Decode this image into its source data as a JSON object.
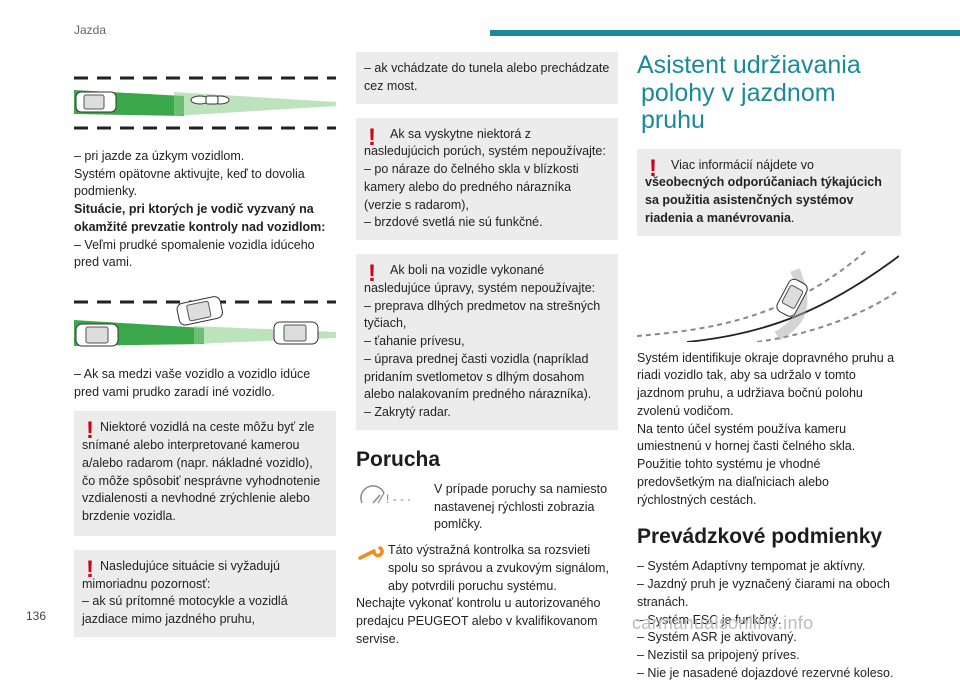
{
  "header": {
    "title": "Jazda",
    "accent": "#1a8a9a"
  },
  "page_number": "136",
  "watermark": "carmanualsonline.info",
  "col1": {
    "after_img1": "– pri jazde za úzkym vozidlom.",
    "p2": "Systém opätovne aktivujte, keď to dovolia podmienky.",
    "p3_bold": "Situácie, pri ktorých je vodič vyzvaný na okamžité prevzatie kontroly nad vozidlom:",
    "p4": "– Veľmi prudké spomalenie vozidla idúceho pred vami.",
    "after_img2": "– Ak sa medzi vaše vozidlo a vozidlo idúce pred vami prudko zaradí iné vozidlo.",
    "warn1": "Niektoré vozidlá na ceste môžu byť zle snímané alebo interpretované kamerou a/alebo radarom (napr. nákladné vozidlo), čo môže spôsobiť nesprávne vyhodnotenie vzdialenosti a nevhodné zrýchlenie alebo brzdenie vozidla.",
    "warn2_line1": "Nasledujúce situácie si vyžadujú mimoriadnu pozornosť:",
    "warn2_line2": "– ak sú prítomné motocykle a vozidlá jazdiace mimo jazdného pruhu,"
  },
  "col2": {
    "top_box": "– ak vchádzate do tunela alebo prechádzate cez most.",
    "warn3_line1": "Ak sa vyskytne niektorá z nasledujúcich porúch, systém nepoužívajte:",
    "warn3_line2": "– po náraze do čelného skla v blízkosti kamery alebo do predného nárazníka (verzie s radarom),",
    "warn3_line3": "– brzdové svetlá nie sú funkčné.",
    "warn4_line1": "Ak boli na vozidle vykonané nasledujúce úpravy, systém nepoužívajte:",
    "warn4_line2": "– preprava dlhých predmetov na strešných tyčiach,",
    "warn4_line3": "– ťahanie prívesu,",
    "warn4_line4": "– úprava prednej časti vozidla (napríklad pridaním svetlometov s dlhým dosahom alebo nalakovaním predného nárazníka).",
    "warn4_line5": "– Zakrytý radar.",
    "heading": "Porucha",
    "symbol1_text": "V prípade poruchy sa namiesto nastavenej rýchlosti zobrazia pomlčky.",
    "symbol2_text": "Táto výstražná kontrolka sa rozsvieti spolu so správou a zvukovým signálom, aby potvrdili poruchu systému.",
    "p_end": "Nechajte vykonať kontrolu u autorizovaného predajcu PEUGEOT alebo v kvalifikovanom servise."
  },
  "col3": {
    "title_line1": "Asistent udržiavania",
    "title_line2": "polohy v jazdnom pruhu",
    "info_prefix": "Viac informácií nájdete vo ",
    "info_bold": "všeobecných odporúčaniach týkajúcich sa použitia asistenčných systémov riadenia a manévrovania",
    "info_suffix": ".",
    "p1": "Systém identifikuje okraje dopravného pruhu a riadi vozidlo tak, aby sa udržalo v tomto jazdnom pruhu, a udržiava bočnú polohu zvolenú vodičom.",
    "p2": "Na tento účel systém používa kameru umiestnenú v hornej časti čelného skla.",
    "p3": "Použitie tohto systému je vhodné predovšetkým na diaľniciach alebo rýchlostných cestách.",
    "heading": "Prevádzkové podmienky",
    "cond1": "– Systém Adaptívny tempomat je aktívny.",
    "cond2": "– Jazdný pruh je vyznačený čiarami na oboch stranách.",
    "cond3": "– Systém ESC je funkčný.",
    "cond4": "– Systém ASR je aktivovaný.",
    "cond5": "– Nezistil sa pripojený príves.",
    "cond6": "– Nie je nasadené dojazdové rezervné koleso."
  },
  "colors": {
    "teal": "#1a8a9a",
    "warning_red": "#d0021b",
    "box_gray": "#ececec",
    "orange": "#f08c1e"
  }
}
